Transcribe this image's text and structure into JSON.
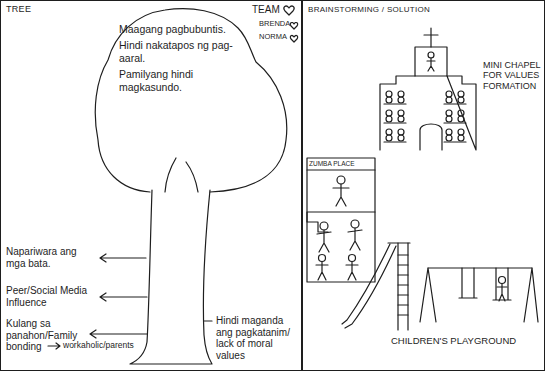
{
  "diagram": {
    "nodes": [
      {
        "text": [
          "TREE"
        ]
      },
      {
        "text": [
          "BRAINSTORMING / SOLUTION"
        ]
      },
      {
        "text": [
          "Maagang pagbubuntis.",
          "Hindi nakatapos ng pag-aaral.",
          "Pamilyang hindi magkasundo."
        ],
        "in": 0
      }
    ],
    "labels": [
      "TEAM",
      "BRENDA",
      "NORMA",
      "Napariwara ang mga bata.",
      "Peer/Social Media Influence",
      "Kulang sa panahon/Family bonding",
      "workaholic/parents",
      "Hindi maganda ang pagkatanim/ lack of moral values",
      "MINI CHAPEL FOR VALUES FORMATION",
      "ZUMBA PLACE",
      "CHILDREN'S PLAYGROUND"
    ]
  }
}
